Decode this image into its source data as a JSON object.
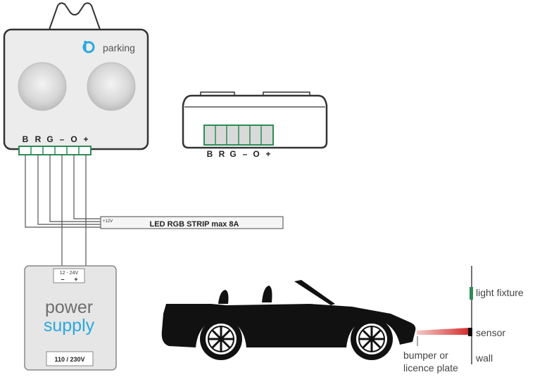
{
  "sensor_unit": {
    "brand": "parking",
    "pin_labels": [
      "B",
      "R",
      "G",
      "–",
      "O",
      "+"
    ],
    "logo_color": "#2aa8df"
  },
  "connector_unit": {
    "pin_labels": [
      "B",
      "R",
      "G",
      "–",
      "O",
      "+"
    ],
    "terminal_color": "#2e8b57"
  },
  "led_strip": {
    "small_label": "+12V",
    "label": "LED RGB STRIP max 8A"
  },
  "power_supply": {
    "voltage_out": "12 - 24V",
    "minus_label": "–",
    "plus_label": "+",
    "word1": "power",
    "word2": "supply",
    "voltage_in": "110 / 230V",
    "accent_color": "#2aa8df"
  },
  "scene": {
    "light_fixture_label": "light fixture",
    "sensor_label": "sensor",
    "wall_label": "wall",
    "bumper_label_line1": "bumper or",
    "bumper_label_line2": "licence plate",
    "beam_color": "#d42a2a",
    "fixture_color": "#2e8b57"
  }
}
